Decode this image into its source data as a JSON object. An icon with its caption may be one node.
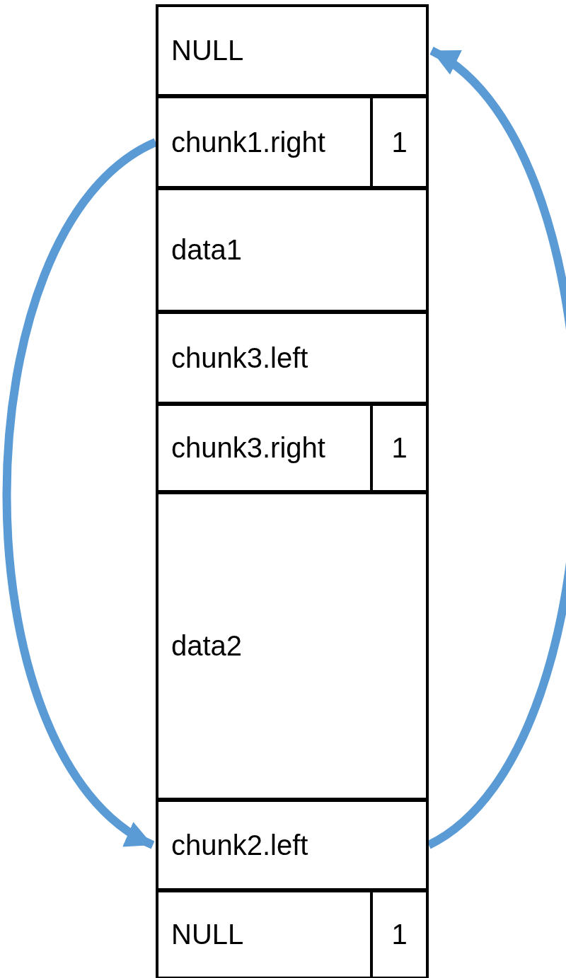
{
  "diagram": {
    "nodes": [
      {
        "text": [
          "NULL"
        ]
      },
      {
        "text": [
          "chunk1.right"
        ]
      },
      {
        "text": [
          "1"
        ]
      },
      {
        "text": [
          "data1"
        ]
      },
      {
        "text": [
          "chunk3.left"
        ]
      },
      {
        "text": [
          "chunk3.right"
        ]
      },
      {
        "text": [
          "1"
        ]
      },
      {
        "text": [
          "data2"
        ]
      },
      {
        "text": [
          "chunk2.left"
        ]
      },
      {
        "text": [
          "NULL"
        ]
      },
      {
        "text": [
          "1"
        ]
      }
    ],
    "edges": [
      {
        "from": 1,
        "to": 8,
        "arrow": "to"
      },
      {
        "from": 8,
        "to": 0,
        "arrow": "to"
      }
    ]
  }
}
